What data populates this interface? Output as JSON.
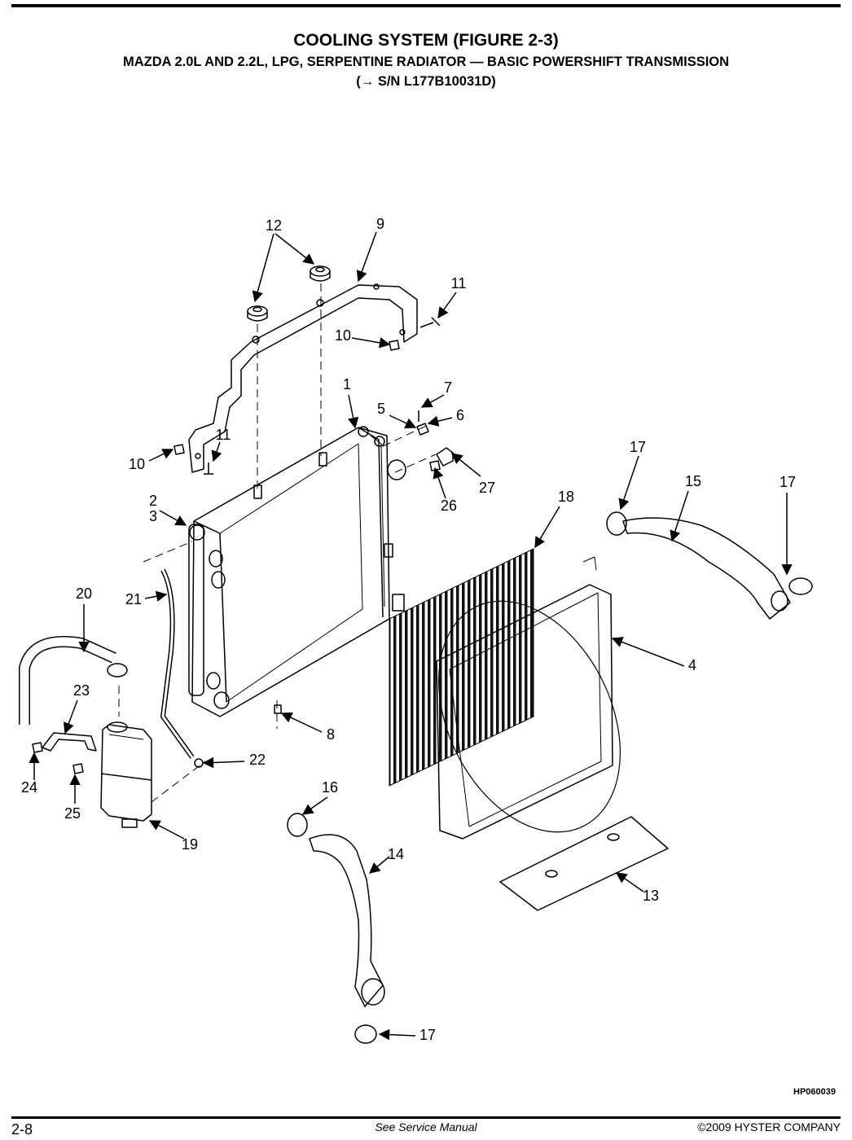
{
  "header": {
    "title": "COOLING SYSTEM (FIGURE 2-3)",
    "subtitle": "MAZDA 2.0L AND 2.2L, LPG, SERPENTINE RADIATOR — BASIC POWERSHIFT TRANSMISSION",
    "serial": "(→ S/N L177B10031D)"
  },
  "callouts": {
    "c1": "1",
    "c2": "2",
    "c3": "3",
    "c4": "4",
    "c5": "5",
    "c6": "6",
    "c7": "7",
    "c8": "8",
    "c9": "9",
    "c10a": "10",
    "c10b": "10",
    "c11a": "11",
    "c11b": "11",
    "c12": "12",
    "c13": "13",
    "c14": "14",
    "c15": "15",
    "c16": "16",
    "c17a": "17",
    "c17b": "17",
    "c17c": "17",
    "c18": "18",
    "c19": "19",
    "c20": "20",
    "c21": "21",
    "c22": "22",
    "c23": "23",
    "c24": "24",
    "c25": "25",
    "c26": "26",
    "c27": "27"
  },
  "reference_code": "HP060039",
  "footer": {
    "page_number": "2-8",
    "center_text": "See Service Manual",
    "copyright": "©2009 HYSTER COMPANY"
  }
}
